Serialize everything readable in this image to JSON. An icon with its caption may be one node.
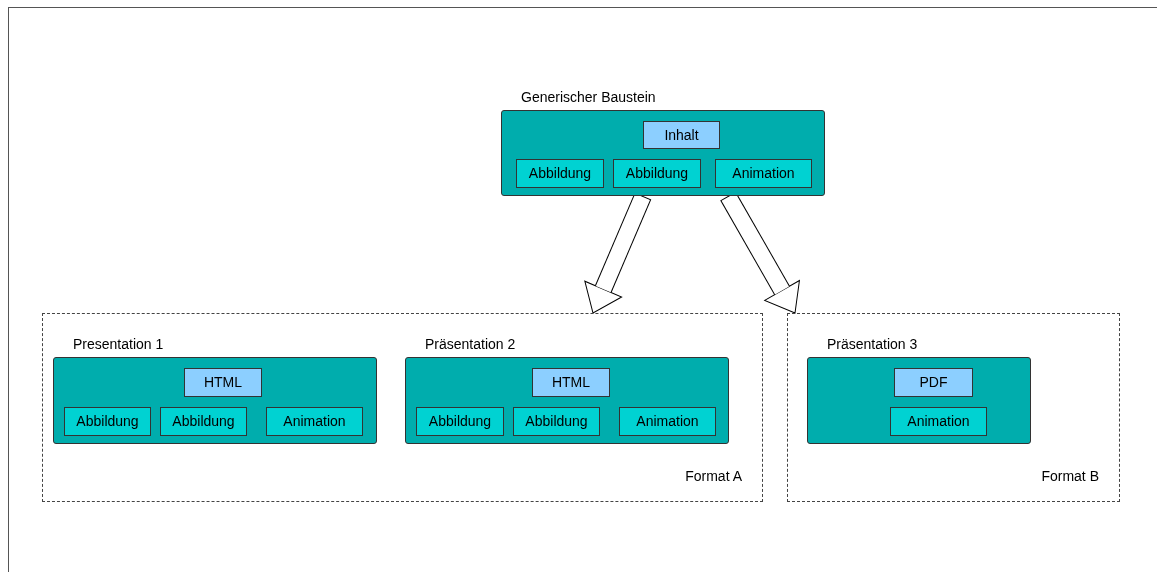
{
  "diagram": {
    "nodes": [
      {
        "text": [
          "Generischer Baustein"
        ]
      },
      {
        "text": [
          "Inhalt"
        ],
        "in": 0
      },
      {
        "text": [
          "Abbildung"
        ],
        "in": 0
      },
      {
        "text": [
          "Abbildung"
        ],
        "in": 0
      },
      {
        "text": [
          "Animation"
        ],
        "in": 0
      },
      {
        "text": [
          "Format A"
        ]
      },
      {
        "text": [
          "Presentation 1"
        ],
        "in": 5
      },
      {
        "text": [
          "HTML"
        ],
        "in": 6
      },
      {
        "text": [
          "Abbildung"
        ],
        "in": 6
      },
      {
        "text": [
          "Abbildung"
        ],
        "in": 6
      },
      {
        "text": [
          "Animation"
        ],
        "in": 6
      },
      {
        "text": [
          "Präsentation 2"
        ],
        "in": 5
      },
      {
        "text": [
          "HTML"
        ],
        "in": 11
      },
      {
        "text": [
          "Abbildung"
        ],
        "in": 11
      },
      {
        "text": [
          "Abbildung"
        ],
        "in": 11
      },
      {
        "text": [
          "Animation"
        ],
        "in": 11
      },
      {
        "text": [
          "Format B"
        ]
      },
      {
        "text": [
          "Präsentation 3"
        ],
        "in": 16
      },
      {
        "text": [
          "PDF"
        ],
        "in": 17
      },
      {
        "text": [
          "Animation"
        ],
        "in": 17
      }
    ],
    "edges": [
      {
        "from": 0,
        "to": 5,
        "arrow": "to"
      },
      {
        "from": 0,
        "to": 16,
        "arrow": "to"
      }
    ]
  }
}
